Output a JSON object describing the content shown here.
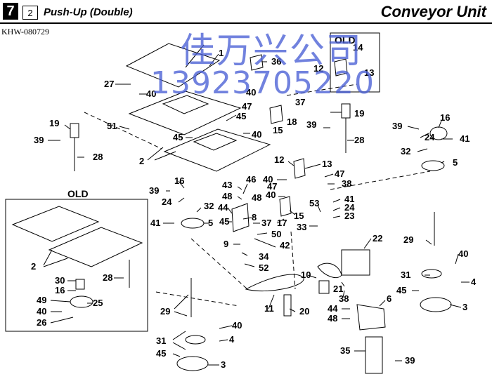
{
  "header": {
    "chapter": "7",
    "page": "2",
    "title": "Push-Up (Double)",
    "section": "Conveyor Unit",
    "drawing_code": "KHW-080729"
  },
  "watermark": {
    "line1": "佳万兴公司",
    "line2": "13923705220",
    "color": "#4a5fd6"
  },
  "old_labels": {
    "top_right": "OLD",
    "left": "OLD"
  },
  "parts": {
    "p1": "1",
    "p2": "2",
    "p3": "3",
    "p4": "4",
    "p5": "5",
    "p6": "6",
    "p8": "8",
    "p9": "9",
    "p10": "10",
    "p11": "11",
    "p12": "12",
    "p13": "13",
    "p14": "14",
    "p15": "15",
    "p16": "16",
    "p17": "17",
    "p18": "18",
    "p19": "19",
    "p20": "20",
    "p21": "21",
    "p22": "22",
    "p23": "23",
    "p24": "24",
    "p25": "25",
    "p26": "26",
    "p27": "27",
    "p28": "28",
    "p29": "29",
    "p30": "30",
    "p31": "31",
    "p32": "32",
    "p33": "33",
    "p34": "34",
    "p35": "35",
    "p36": "36",
    "p37": "37",
    "p38": "38",
    "p39": "39",
    "p40": "40",
    "p41": "41",
    "p42": "42",
    "p43": "43",
    "p44": "44",
    "p45": "45",
    "p46": "46",
    "p47": "47",
    "p48": "48",
    "p49": "49",
    "p50": "50",
    "p51": "51",
    "p52": "52",
    "p53": "53"
  }
}
